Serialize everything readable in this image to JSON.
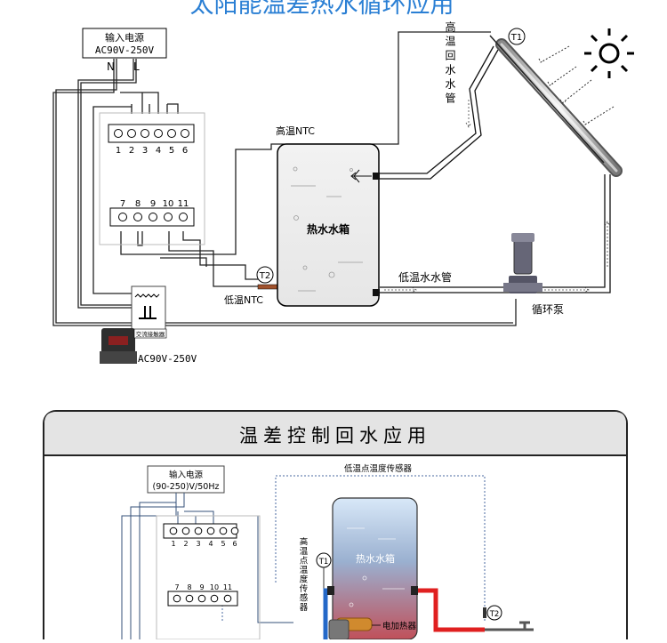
{
  "top": {
    "title": "太阳能温差热水循环应用",
    "power_box": {
      "line1": "输入电源",
      "line2": "AC90V-250V"
    },
    "n_label": "N",
    "l_label": "L",
    "terminals_top": [
      "1",
      "2",
      "3",
      "4",
      "5",
      "6"
    ],
    "terminals_bottom": [
      "7",
      "8",
      "9",
      "10",
      "11"
    ],
    "sensor_t1": "T1",
    "sensor_t2": "T2",
    "high_ntc": "高温NTC",
    "low_ntc": "低温NTC",
    "tank_label": "热水水箱",
    "return_pipe": "高温回水水管",
    "low_pipe": "低温水水管",
    "pump_label": "循环泵",
    "contactor_tag": "交流接触器",
    "contactor_voltage": "AC90V-250V"
  },
  "bottom": {
    "banner": "温差控制回水应用",
    "power_box": {
      "line1": "输入电源",
      "line2": "(90-250)V/50Hz"
    },
    "low_sensor": "低温点温度传感器",
    "terminals_top": [
      "1",
      "2",
      "3",
      "4",
      "5",
      "6"
    ],
    "terminals_bottom": [
      "7",
      "8",
      "9",
      "10",
      "11"
    ],
    "tank_label": "热水水箱",
    "sensor_t1": "T1",
    "sensor_t2": "T2",
    "high_sensor": "高温点温度传感器",
    "heater": "电加热器"
  },
  "colors": {
    "title_blue": "#2a7fd4",
    "pipe_red": "#e02020",
    "pipe_blue": "#2468c8",
    "banner_bg": "#e4e4e4"
  }
}
